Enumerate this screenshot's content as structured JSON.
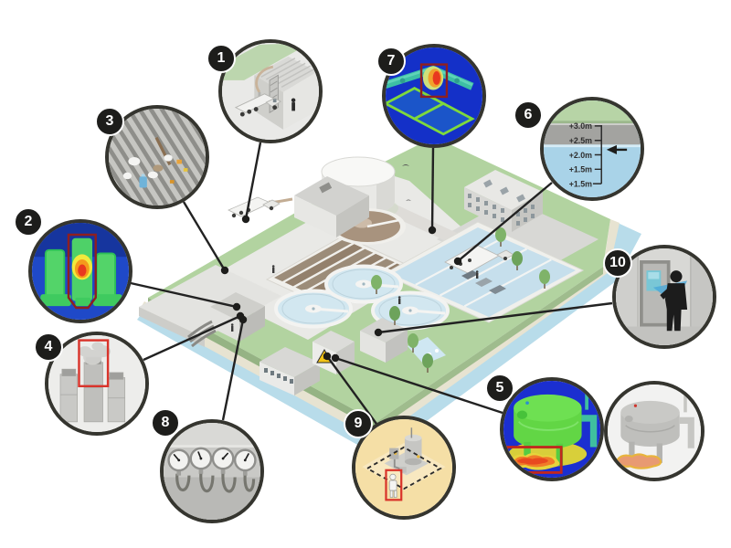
{
  "callouts": [
    {
      "number": "1",
      "icon": "tanker-truck-loading-illustration"
    },
    {
      "number": "2",
      "icon": "thermal-pump-motors-illustration"
    },
    {
      "number": "3",
      "icon": "bar-screen-debris-illustration"
    },
    {
      "number": "4",
      "icon": "gas-leak-pumps-illustration"
    },
    {
      "number": "5",
      "icon": "thermal-tank-leak-illustration"
    },
    {
      "number": "6",
      "icon": "water-level-gauge-illustration"
    },
    {
      "number": "7",
      "icon": "thermal-pipes-overhead-illustration"
    },
    {
      "number": "8",
      "icon": "pressure-gauges-illustration"
    },
    {
      "number": "9",
      "icon": "perimeter-intrusion-illustration"
    },
    {
      "number": "10",
      "icon": "door-access-control-illustration"
    }
  ],
  "water_level_gauge": {
    "levels": [
      "+3.0m",
      "+2.5m",
      "+2.0m",
      "+1.5m",
      "+1.5m"
    ]
  },
  "colors": {
    "badge": "#1d1d1b",
    "circle_ring": "#35352f",
    "alert_red": "#d9342b",
    "thermal_blue": "#1b35c8",
    "thermal_green": "#55d14d",
    "grass": "#b2d3a0",
    "river": "#b8dcea",
    "warning_yellow": "#f3c417"
  }
}
